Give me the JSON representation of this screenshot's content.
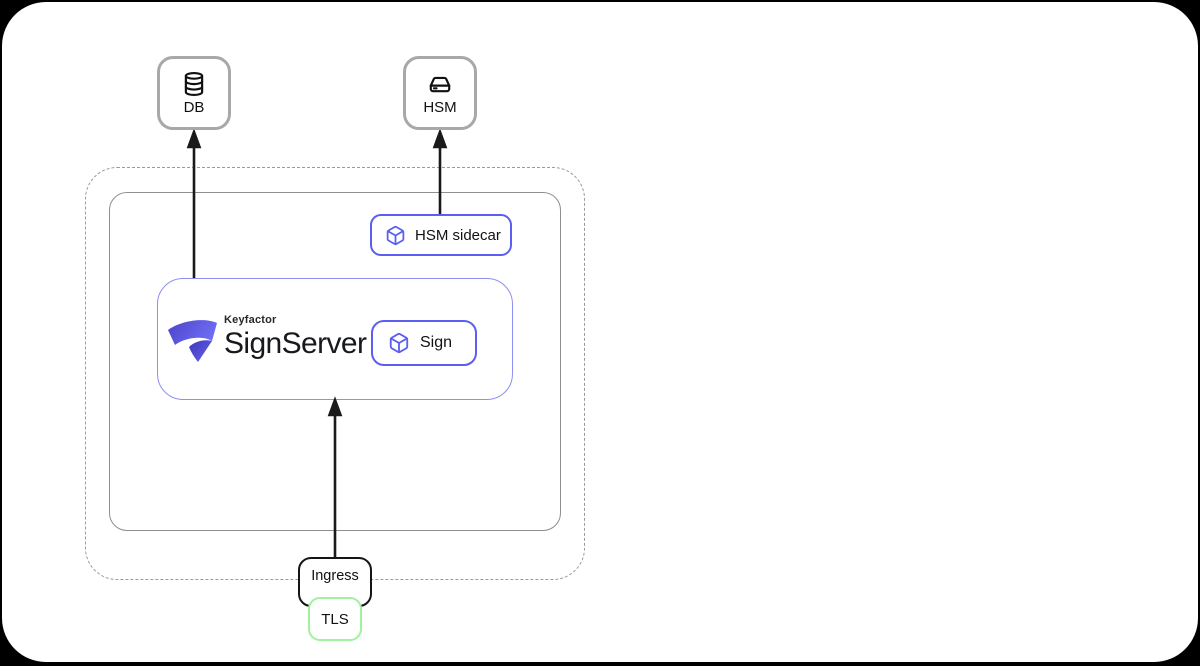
{
  "diagram": {
    "nodes": {
      "db": {
        "label": "DB",
        "icon": "database-icon"
      },
      "hsm": {
        "label": "HSM",
        "icon": "hard-drive-icon"
      },
      "hsm_sidecar": {
        "label": "HSM sidecar",
        "icon": "cube-icon"
      },
      "signserver": {
        "brand": "Keyfactor",
        "product": "SignServer"
      },
      "sign": {
        "label": "Sign",
        "icon": "cube-icon"
      },
      "ingress": {
        "label": "Ingress"
      },
      "tls": {
        "label": "TLS"
      }
    },
    "edges": [
      {
        "from": "signserver",
        "to": "db",
        "style": "arrow-up"
      },
      {
        "from": "hsm_sidecar",
        "to": "hsm",
        "style": "arrow-up"
      },
      {
        "from": "ingress",
        "to": "signserver",
        "style": "arrow-up"
      }
    ],
    "colors": {
      "canvas_background": "#000000",
      "surface": "#ffffff",
      "indigo_border": "#5b5ef0",
      "indigo_light_border": "#8d90f2",
      "green_border": "#a0f1a0",
      "gray_box_border": "#a8a8a8",
      "container_border": "#8f8f8f",
      "dashed_border": "#9b9b9b",
      "arrow": "#1a1a1a",
      "logo_gradient_start": "#4a44c9",
      "logo_gradient_end": "#6f6cf4"
    }
  }
}
